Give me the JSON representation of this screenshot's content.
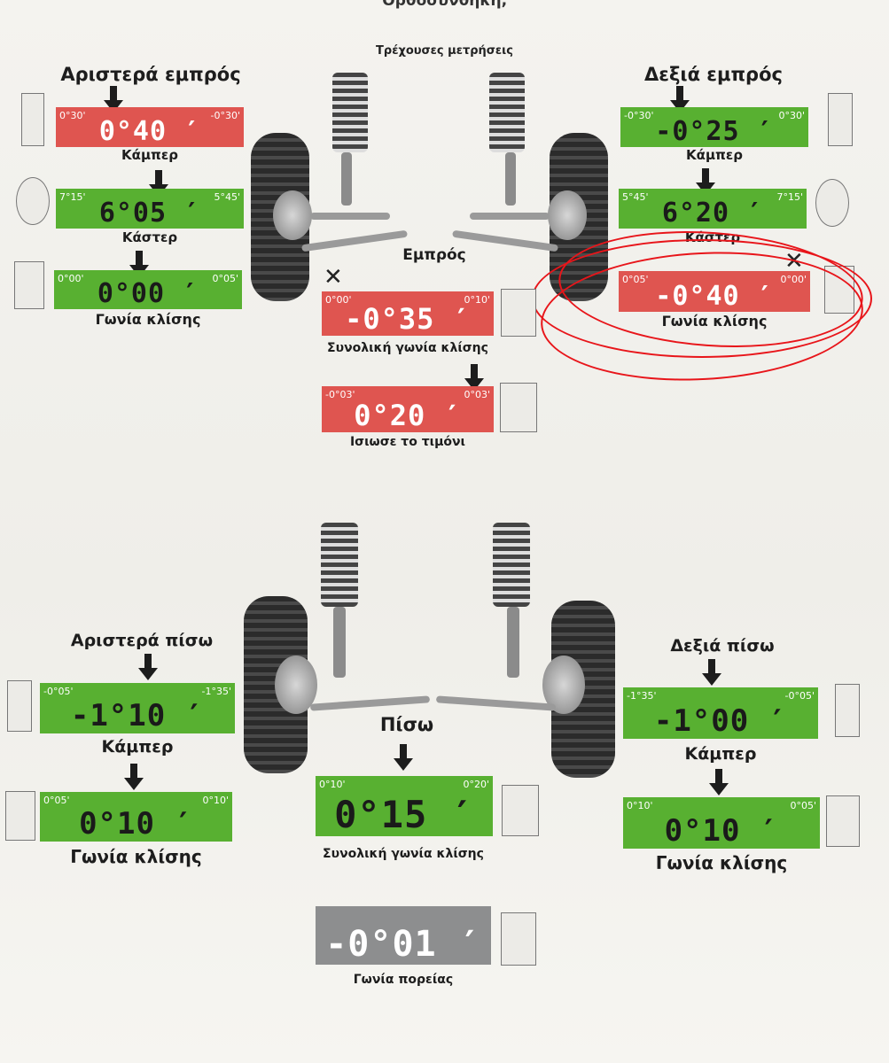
{
  "header": {
    "cut_title": "Όρθοσυνθήκη;",
    "current_measurements": "Τρέχουσες μετρήσεις"
  },
  "front": {
    "section_label": "Εμπρός",
    "left": {
      "title": "Αριστερά εμπρός",
      "camber": {
        "label": "Κάμπερ",
        "value": "0°40 ′",
        "min": "0°30'",
        "max": "-0°30'",
        "status": "red"
      },
      "caster": {
        "label": "Κάστερ",
        "value": "6°05 ′",
        "min": "7°15'",
        "max": "5°45'",
        "status": "green"
      },
      "toe": {
        "label": "Γωνία κλίσης",
        "value": "0°00 ′",
        "min": "0°00'",
        "max": "0°05'",
        "status": "green"
      }
    },
    "right": {
      "title": "Δεξιά εμπρός",
      "camber": {
        "label": "Κάμπερ",
        "value": "-0°25 ′",
        "min": "-0°30'",
        "max": "0°30'",
        "status": "green"
      },
      "caster": {
        "label": "Κάστερ",
        "value": "6°20 ′",
        "min": "5°45'",
        "max": "7°15'",
        "status": "green"
      },
      "toe": {
        "label": "Γωνία κλίσης",
        "value": "-0°40 ′",
        "min": "0°05'",
        "max": "0°00'",
        "status": "red"
      }
    },
    "total_toe": {
      "label": "Συνολική γωνία κλίσης",
      "value": "-0°35 ′",
      "min": "0°00'",
      "max": "0°10'",
      "status": "red"
    },
    "steering": {
      "label": "Ισιωσε το τιμόνι",
      "value": "0°20 ′",
      "min": "-0°03'",
      "max": "0°03'",
      "status": "red"
    }
  },
  "rear": {
    "section_label": "Πίσω",
    "left": {
      "title": "Αριστερά πίσω",
      "camber": {
        "label": "Κάμπερ",
        "value": "-1°10 ′",
        "min": "-0°05'",
        "max": "-1°35'",
        "status": "green"
      },
      "toe": {
        "label": "Γωνία κλίσης",
        "value": "0°10 ′",
        "min": "0°05'",
        "max": "0°10'",
        "status": "green"
      }
    },
    "right": {
      "title": "Δεξιά πίσω",
      "camber": {
        "label": "Κάμπερ",
        "value": "-1°00 ′",
        "min": "-1°35'",
        "max": "-0°05'",
        "status": "green"
      },
      "toe": {
        "label": "Γωνία κλίσης",
        "value": "0°10 ′",
        "min": "0°10'",
        "max": "0°05'",
        "status": "green"
      }
    },
    "total_toe": {
      "label": "Συνολική γωνία κλίσης",
      "value": "0°15 ′",
      "min": "0°10'",
      "max": "0°20'",
      "status": "green"
    },
    "thrust": {
      "label": "Γωνία πορείας",
      "value": "-0°01 ′",
      "status": "grey"
    }
  },
  "marks": {
    "x": "✕"
  },
  "colors": {
    "green": "#58b031",
    "red": "#df5550",
    "grey": "#8d8e8f",
    "highlight": "#e8151a"
  }
}
